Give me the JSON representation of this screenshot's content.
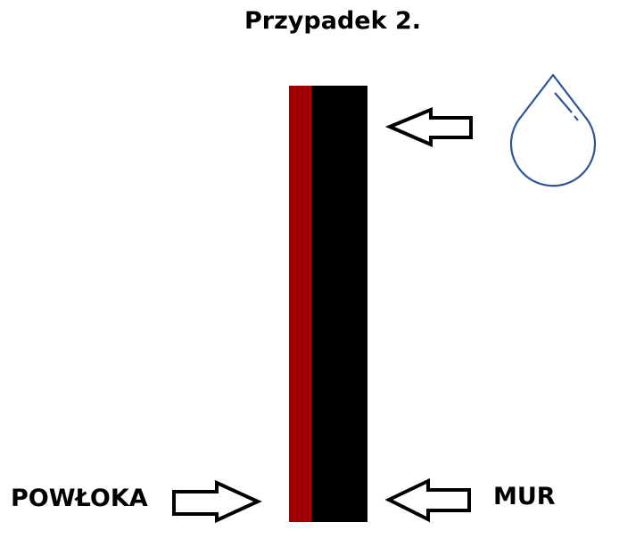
{
  "title": "Przypadek 2.",
  "labels": {
    "coating": "POWŁOKA",
    "wall": "MUR"
  },
  "layers": [
    {
      "name": "coating",
      "color": "#a00000"
    },
    {
      "name": "wall",
      "color": "#000000"
    }
  ],
  "icons": {
    "water_drop": "water-drop-icon",
    "moisture_arrow": "arrow-left-icon",
    "coating_arrow": "arrow-right-icon",
    "wall_arrow": "arrow-left-icon"
  },
  "colors": {
    "coating": "#a00000",
    "wall": "#000000",
    "drop_outline": "#2f5597",
    "arrow_outline": "#000000"
  }
}
